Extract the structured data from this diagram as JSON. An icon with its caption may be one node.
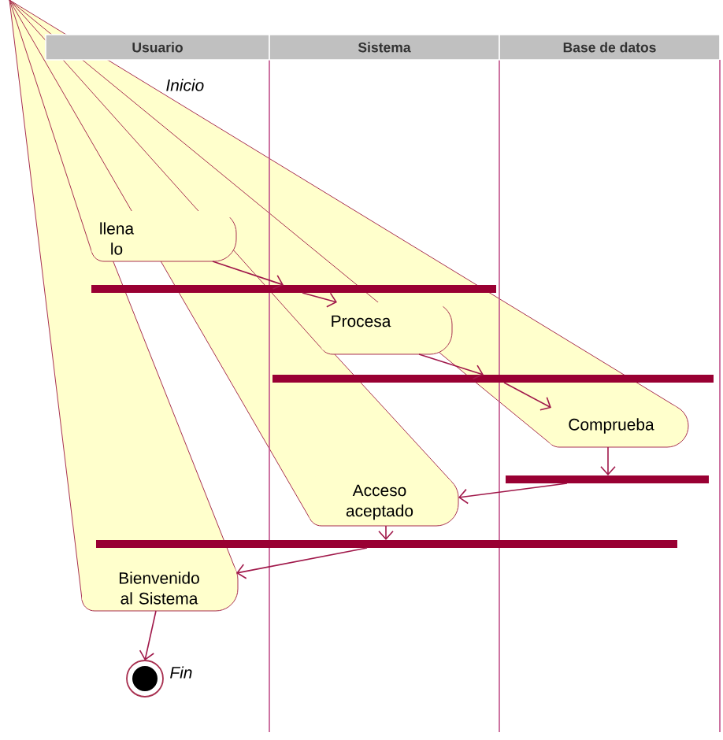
{
  "diagram": {
    "nodes": [
      {
        "text": [
          "Usuario"
        ]
      },
      {
        "text": [
          "Sistema"
        ]
      },
      {
        "text": [
          "Base de datos"
        ]
      },
      {
        "text": [
          "llena lo"
        ],
        "in": 0
      },
      {
        "text": [],
        "shape": "bar"
      },
      {
        "text": [
          "Procesa"
        ],
        "in": 1
      },
      {
        "text": [],
        "shape": "bar"
      },
      {
        "text": [
          "Comprueba"
        ],
        "in": 2
      },
      {
        "text": [],
        "shape": "bar",
        "in": 2
      },
      {
        "text": [
          "Acceso aceptado"
        ],
        "in": 1
      },
      {
        "text": [],
        "shape": "bar"
      },
      {
        "text": [
          "Bienvenido al Sistema"
        ],
        "in": 0
      },
      {
        "text": [],
        "shape": "circle",
        "in": 0,
        "beside": [
          "Fin"
        ]
      }
    ],
    "edges": [
      {
        "from": 3,
        "to": 4,
        "arrow": "to"
      },
      {
        "from": 4,
        "to": 5,
        "arrow": "to"
      },
      {
        "from": 5,
        "to": 6,
        "arrow": "to"
      },
      {
        "from": 6,
        "to": 7,
        "arrow": "to"
      },
      {
        "from": 7,
        "to": 8,
        "arrow": "to"
      },
      {
        "from": 8,
        "to": 9,
        "arrow": "to"
      },
      {
        "from": 9,
        "to": 10,
        "arrow": "to"
      },
      {
        "from": 10,
        "to": 11,
        "arrow": "to"
      },
      {
        "from": 11,
        "to": 12,
        "arrow": "to"
      }
    ],
    "labels": [
      "Inicio"
    ]
  }
}
